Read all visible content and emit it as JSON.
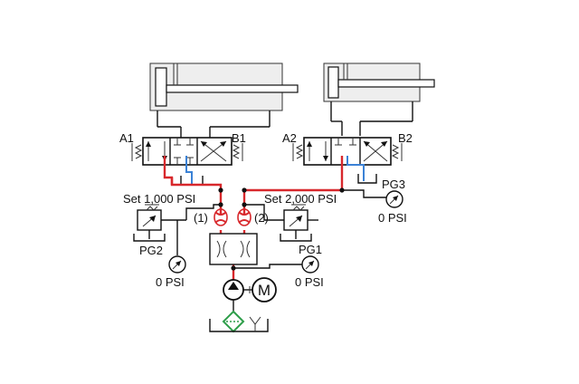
{
  "labels": {
    "a1": "A1",
    "b1": "B1",
    "a2": "A2",
    "b2": "B2",
    "set_left": "Set 1,000 PSI",
    "set_right": "Set 2,000 PSI",
    "port_left": "(1)",
    "port_right": "(2)",
    "pg1": "PG1",
    "pg1_value": "0 PSI",
    "pg2": "PG2",
    "pg2_value": "0 PSI",
    "pg3": "PG3",
    "pg3_value": "0 PSI"
  },
  "colors": {
    "pressure_line": "#d8282c",
    "return_line": "#3b82d6",
    "filter": "#2e9e4a",
    "lines": "#111111"
  },
  "icons": [
    "motor-icon",
    "pump-icon",
    "filter-icon",
    "pressure-gauge-icon",
    "relief-valve-icon",
    "tank-icon",
    "directional-valve-icon",
    "cylinder-icon",
    "flow-divider-icon"
  ]
}
